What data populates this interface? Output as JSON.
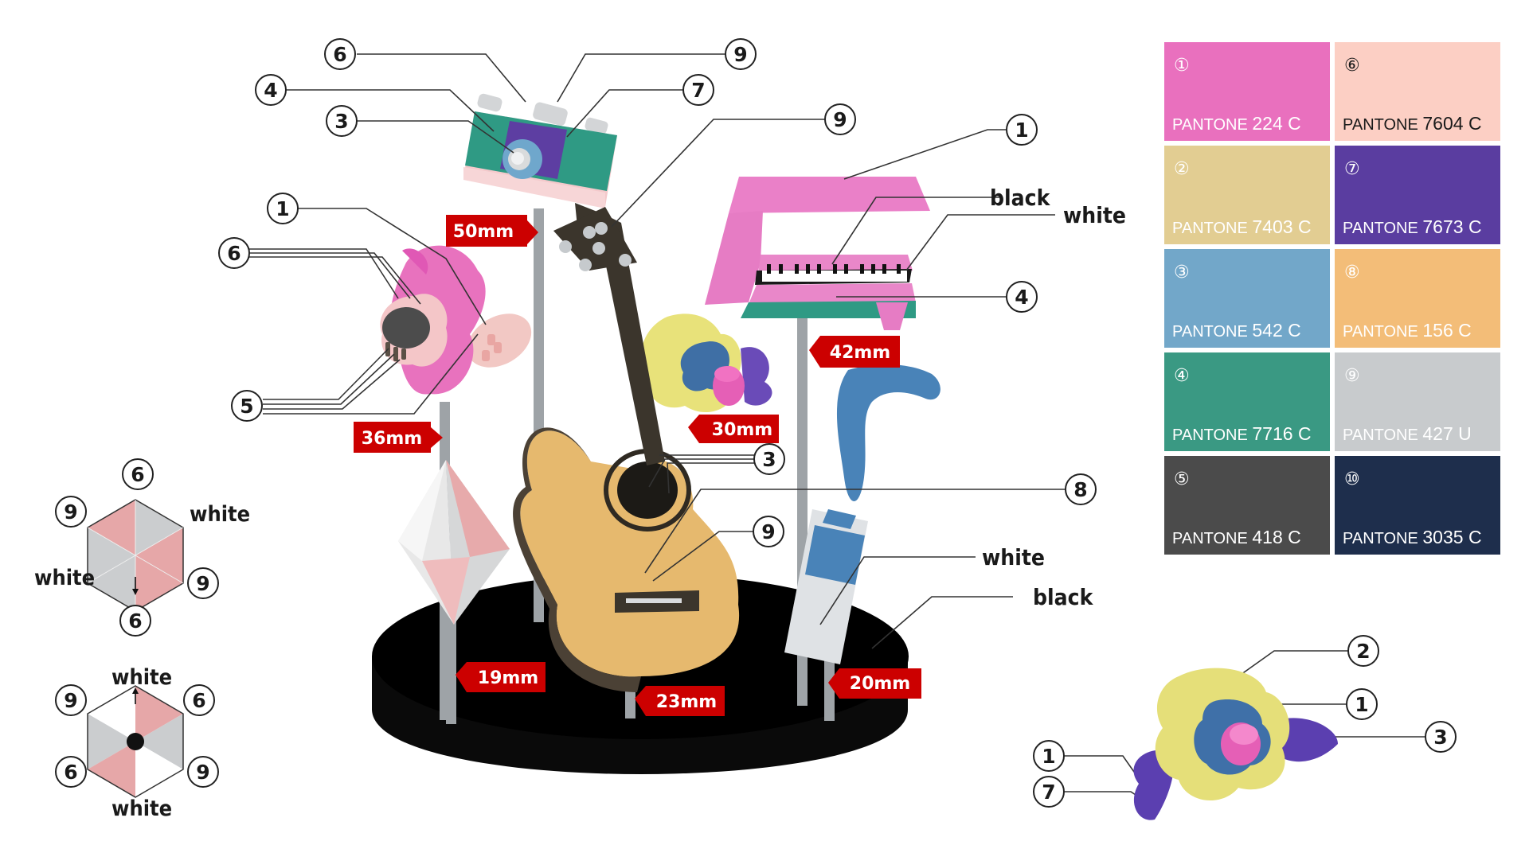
{
  "swatches": [
    {
      "num": "①",
      "prefix": "PANTONE",
      "code": "224 C",
      "color": "#E970BE",
      "text": "#ffffff"
    },
    {
      "num": "②",
      "prefix": "PANTONE",
      "code": "7403 C",
      "color": "#E2CD92",
      "text": "#ffffff"
    },
    {
      "num": "③",
      "prefix": "PANTONE",
      "code": "542 C",
      "color": "#72A7C9",
      "text": "#ffffff"
    },
    {
      "num": "④",
      "prefix": "PANTONE",
      "code": "7716 C",
      "color": "#3A9983",
      "text": "#ffffff"
    },
    {
      "num": "⑤",
      "prefix": "PANTONE",
      "code": "418 C",
      "color": "#4B4B4B",
      "text": "#ffffff"
    },
    {
      "num": "⑥",
      "prefix": "PANTONE",
      "code": "7604 C",
      "color": "#FCCFC4",
      "text": "#1a1a1a"
    },
    {
      "num": "⑦",
      "prefix": "PANTONE",
      "code": "7673 C",
      "color": "#5A3DA0",
      "text": "#ffffff"
    },
    {
      "num": "⑧",
      "prefix": "PANTONE",
      "code": "156 C",
      "color": "#F3BD78",
      "text": "#ffffff"
    },
    {
      "num": "⑨",
      "prefix": "PANTONE",
      "code": "427 U",
      "color": "#C8CBCD",
      "text": "#ffffff"
    },
    {
      "num": "⑩",
      "prefix": "PANTONE",
      "code": "3035 C",
      "color": "#1E2E4C",
      "text": "#ffffff"
    }
  ],
  "height_tags": {
    "camera": "50mm",
    "piano": "42mm",
    "flower_left": "36mm",
    "flower_mid": "30mm",
    "diamond": "19mm",
    "guitar": "23mm",
    "tube": "20mm"
  },
  "callouts": {
    "camera_6": "6",
    "camera_9a": "9",
    "camera_4": "4",
    "camera_7": "7",
    "camera_3": "3",
    "guitar_9_top": "9",
    "flower_1": "1",
    "flower_6": "6",
    "flower_5": "5",
    "piano_1": "1",
    "piano_4": "4",
    "guitar_3": "3",
    "guitar_8": "8",
    "guitar_9": "9",
    "hex1_top": "6",
    "hex1_left": "9",
    "hex1_right": "9",
    "hex1_bottom": "6",
    "hex2_left_top": "9",
    "hex2_right_top": "6",
    "hex2_left_bottom": "6",
    "hex2_right_bottom": "9",
    "detail_2": "2",
    "detail_1a": "1",
    "detail_3": "3",
    "detail_1b": "1",
    "detail_7": "7"
  },
  "word_labels": {
    "piano_black": "black",
    "piano_white": "white",
    "tube_white": "white",
    "base_black": "black",
    "hex1_white_right": "white",
    "hex1_white_left": "white",
    "hex2_white_top": "white",
    "hex2_white_bottom": "white"
  }
}
